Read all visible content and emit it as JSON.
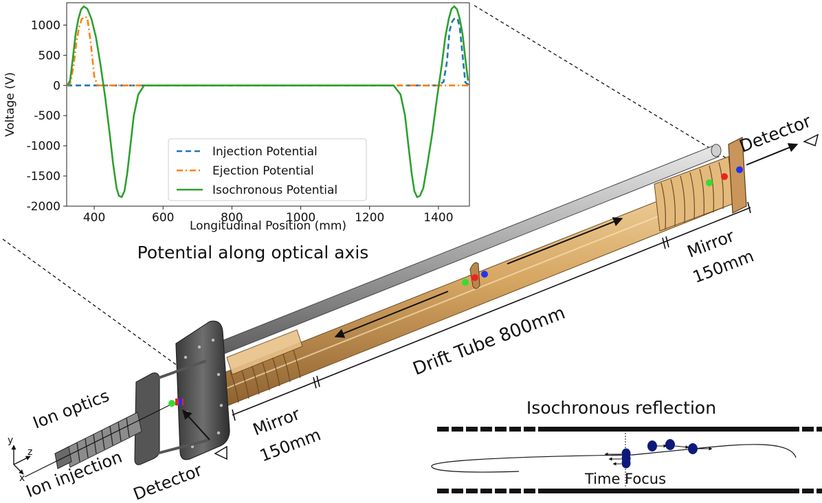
{
  "chart_data": {
    "type": "line",
    "title": "",
    "xlabel": "Longitudinal Position (mm)",
    "ylabel": "Voltage (V)",
    "xlim": [
      320,
      1490
    ],
    "ylim": [
      -2000,
      1370
    ],
    "xticks": [
      400,
      600,
      800,
      1000,
      1200,
      1400
    ],
    "yticks": [
      1000,
      500,
      0,
      -500,
      -1000,
      -1500,
      -2000
    ],
    "legend": "lower-center",
    "grid": false,
    "series": [
      {
        "name": "Injection Potential",
        "style": "dashed",
        "color": "#1f77b4",
        "x": [
          320,
          500,
          700,
          1000,
          1300,
          1340,
          1380,
          1400,
          1415,
          1425,
          1432,
          1440,
          1448,
          1456,
          1462,
          1470,
          1478,
          1490
        ],
        "y": [
          0,
          0,
          0,
          0,
          0,
          0,
          0,
          0,
          60,
          400,
          900,
          1060,
          1120,
          1100,
          950,
          500,
          50,
          0
        ]
      },
      {
        "name": "Ejection Potential",
        "style": "dashdot",
        "color": "#ff7f0e",
        "x": [
          320,
          330,
          340,
          348,
          356,
          364,
          372,
          380,
          390,
          400,
          410,
          1000,
          1260,
          1490
        ],
        "y": [
          0,
          30,
          320,
          700,
          960,
          1100,
          1140,
          1120,
          700,
          150,
          0,
          0,
          0,
          0
        ]
      },
      {
        "name": "Isochronous Potential",
        "style": "solid",
        "color": "#2ca02c",
        "x": [
          322,
          330,
          338,
          346,
          354,
          362,
          370,
          380,
          392,
          405,
          418,
          432,
          445,
          455,
          465,
          472,
          480,
          488,
          496,
          505,
          515,
          528,
          545,
          600,
          800,
          1000,
          1200,
          1270,
          1290,
          1303,
          1313,
          1322,
          1330,
          1338,
          1346,
          1356,
          1368,
          1382,
          1396,
          1410,
          1420,
          1430,
          1438,
          1446,
          1454,
          1462,
          1470,
          1478,
          1486
        ],
        "y": [
          0,
          80,
          450,
          850,
          1100,
          1260,
          1310,
          1270,
          1100,
          800,
          350,
          -200,
          -800,
          -1300,
          -1700,
          -1830,
          -1850,
          -1750,
          -1450,
          -1000,
          -500,
          -150,
          0,
          0,
          0,
          0,
          0,
          0,
          -150,
          -500,
          -1000,
          -1450,
          -1750,
          -1850,
          -1830,
          -1700,
          -1300,
          -800,
          -200,
          350,
          800,
          1100,
          1270,
          1310,
          1260,
          1100,
          850,
          450,
          80
        ]
      }
    ]
  },
  "diagram": {
    "caption": "Potential along optical axis",
    "labels": {
      "detector_top": "Detector",
      "mirror_right_name": "Mirror",
      "mirror_right_len": "150mm",
      "drift_tube": "Drift Tube 800mm",
      "mirror_left_name": "Mirror",
      "mirror_left_len": "150mm",
      "ion_optics": "Ion optics",
      "ion_injection": "Ion injection",
      "detector_bottom": "Detector"
    },
    "axes": {
      "y": "y",
      "z": "z",
      "x": "x"
    },
    "inset": {
      "title": "Isochronous reflection",
      "focus_label": "Time Focus"
    },
    "colors": {
      "copper": "#d8a866",
      "copper_dark": "#a9783c",
      "steel": "#8e8e8e",
      "ion_green": "#33dd33",
      "ion_red": "#ee2222",
      "ion_blue": "#2233ee",
      "ion_navy": "#0e1a7a"
    }
  }
}
